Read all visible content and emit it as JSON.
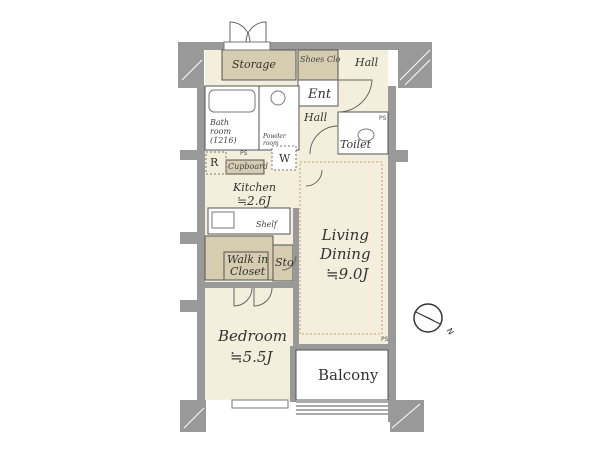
{
  "rooms": {
    "storage": "Storage",
    "shoes_closet": "Shoes Clo",
    "hall_outer": "Hall",
    "entrance": "Ent",
    "hall_inner": "Hall",
    "toilet": "Toilet",
    "bath_room": "Bath\nroom\n(1216)",
    "powder_room": "Powder\nroom",
    "washer": "W",
    "refrigerator": "R",
    "cupboard": "Cupboard",
    "kitchen": "Kitchen",
    "kitchen_area": "≒2.6J",
    "shelf": "Shelf",
    "walk_in_closet": "Walk in\nCloset",
    "storage_small": "Sto",
    "living_dining": "Living\nDining",
    "living_area": "≒9.0J",
    "bedroom": "Bedroom",
    "bedroom_area": "≒5.5J",
    "balcony": "Balcony"
  },
  "markers": {
    "pipe_space": "PS",
    "compass_north": "N"
  },
  "colors": {
    "wall": "#999999",
    "storage_fill": "#d6ccb0",
    "floor_fill": "#f4efdc",
    "wet_fill": "#ffffff",
    "balcony_fill": "#ffffff",
    "outline": "#555555"
  }
}
